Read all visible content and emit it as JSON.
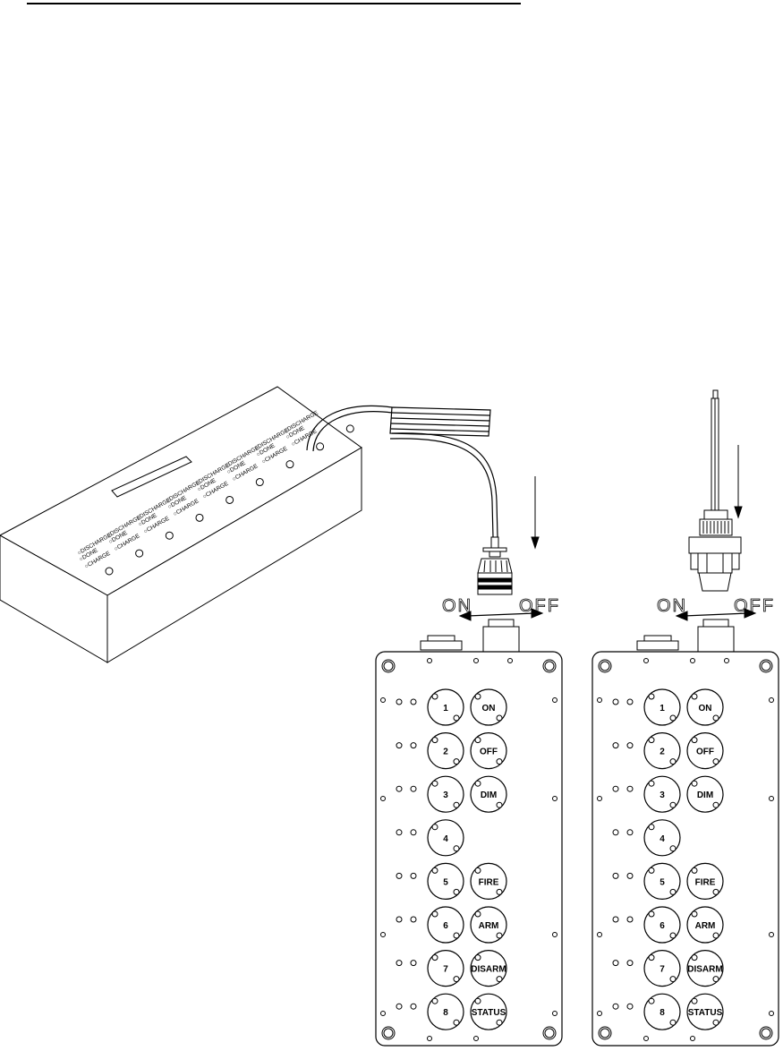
{
  "switch": {
    "on_label": "ON",
    "off_label": "OFF"
  },
  "console": {
    "upper_label": "DISCHARGE",
    "middle_label": "DONE",
    "lower_label": "CHARGE",
    "channel_count": 8
  },
  "handsets": [
    {
      "plug": "multi-pin-connector",
      "numbered_buttons": [
        "1",
        "2",
        "3",
        "4",
        "5",
        "6",
        "7",
        "8"
      ],
      "function_buttons": [
        "ON",
        "OFF",
        "DIM",
        "",
        "FIRE",
        "ARM",
        "DISARM",
        "STATUS"
      ]
    },
    {
      "plug": "antenna",
      "numbered_buttons": [
        "1",
        "2",
        "3",
        "4",
        "5",
        "6",
        "7",
        "8"
      ],
      "function_buttons": [
        "ON",
        "OFF",
        "DIM",
        "",
        "FIRE",
        "ARM",
        "DISARM",
        "STATUS"
      ]
    }
  ],
  "colors": {
    "line": "#000000",
    "background": "#ffffff"
  }
}
